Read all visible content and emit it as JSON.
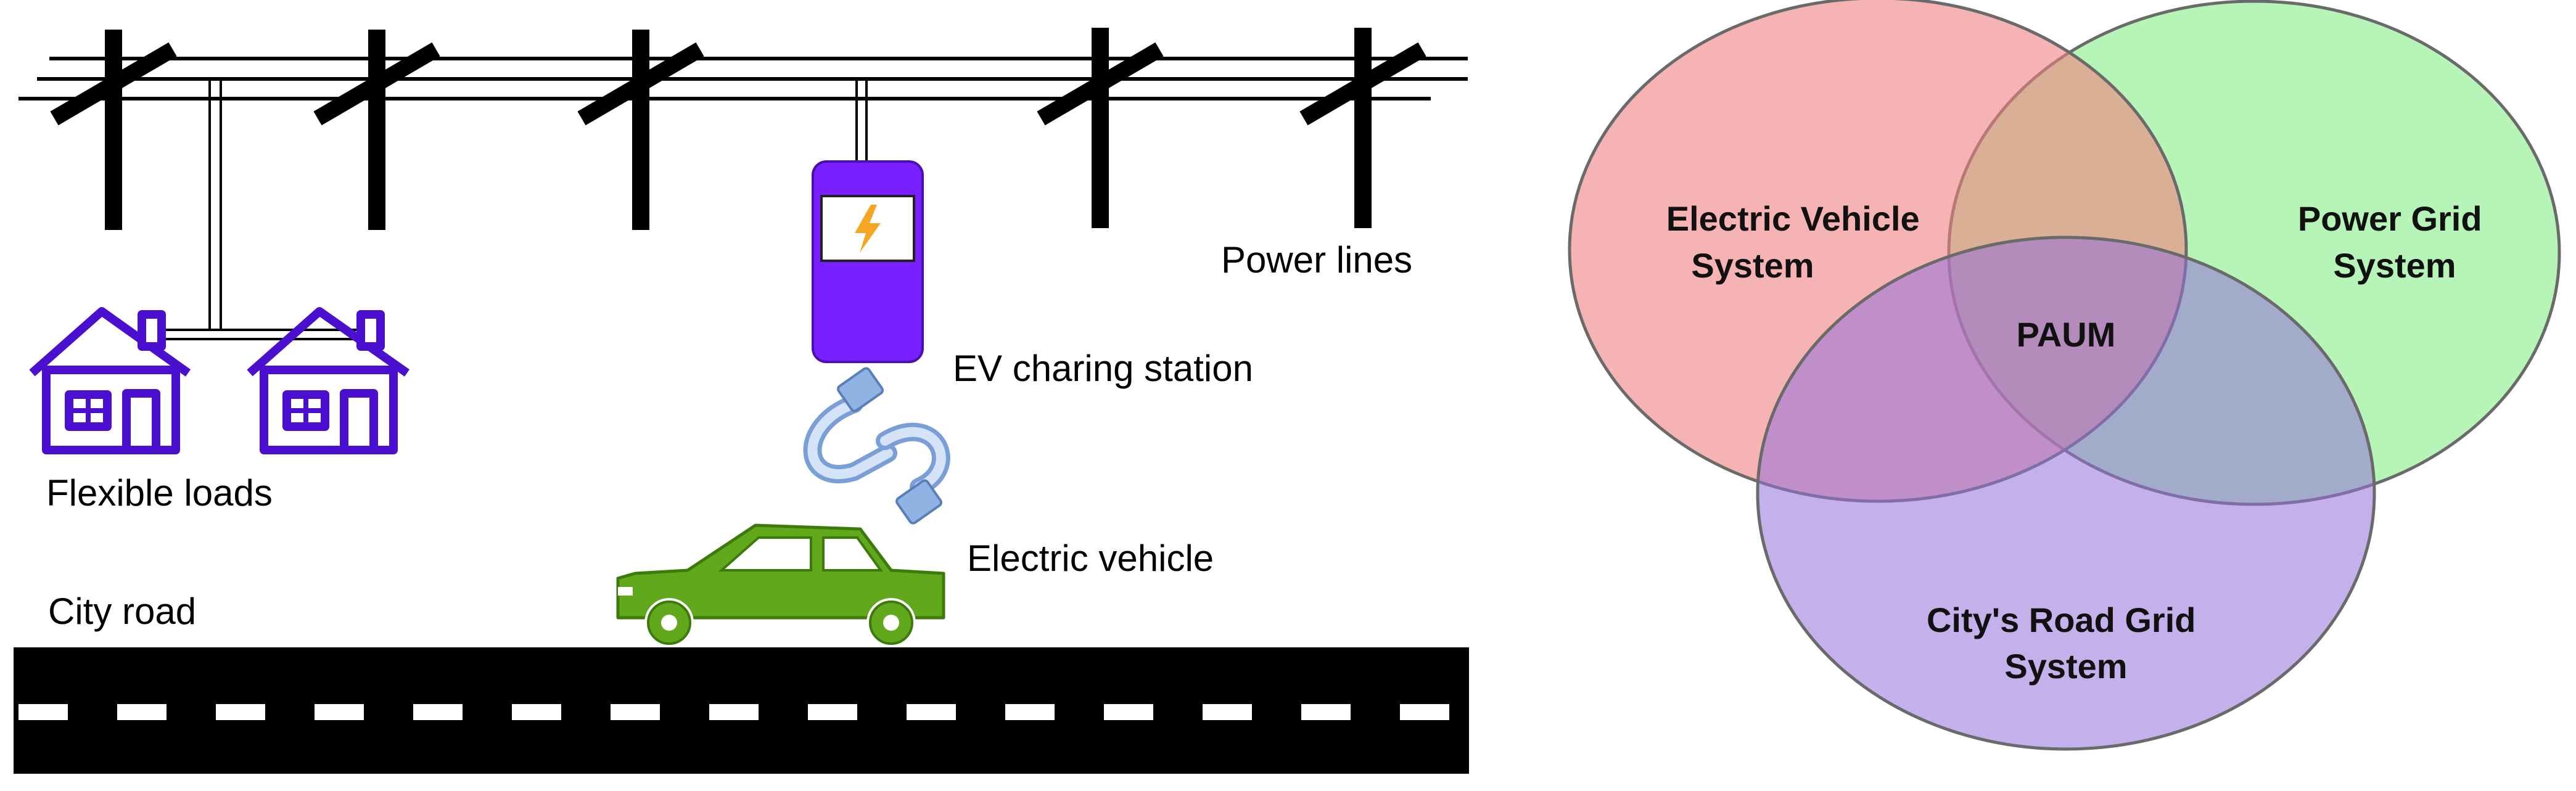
{
  "labels": {
    "power_lines": "Power lines",
    "ev_station": "EV charing station",
    "flexible_loads": "Flexible loads",
    "electric_vehicle": "Electric vehicle",
    "city_road": "City road"
  },
  "venn": {
    "ev_system": [
      "Electric Vehicle",
      "System"
    ],
    "power_grid": [
      "Power Grid",
      "System"
    ],
    "road_grid": [
      "City's Road Grid",
      "System"
    ],
    "center": "PAUM"
  },
  "colors": {
    "ev_circle": "#f08080",
    "grid_circle": "#90ee90",
    "road_circle": "#9370db",
    "charger": "#7a1fff",
    "car": "#62a81c",
    "house": "#4b0fd0",
    "road": "#000000",
    "plug": "#8fb4e3"
  },
  "icons": {
    "bolt": "lightning-bolt-icon",
    "house": "house-icon",
    "car": "car-icon",
    "plug": "charging-plug-icon"
  }
}
